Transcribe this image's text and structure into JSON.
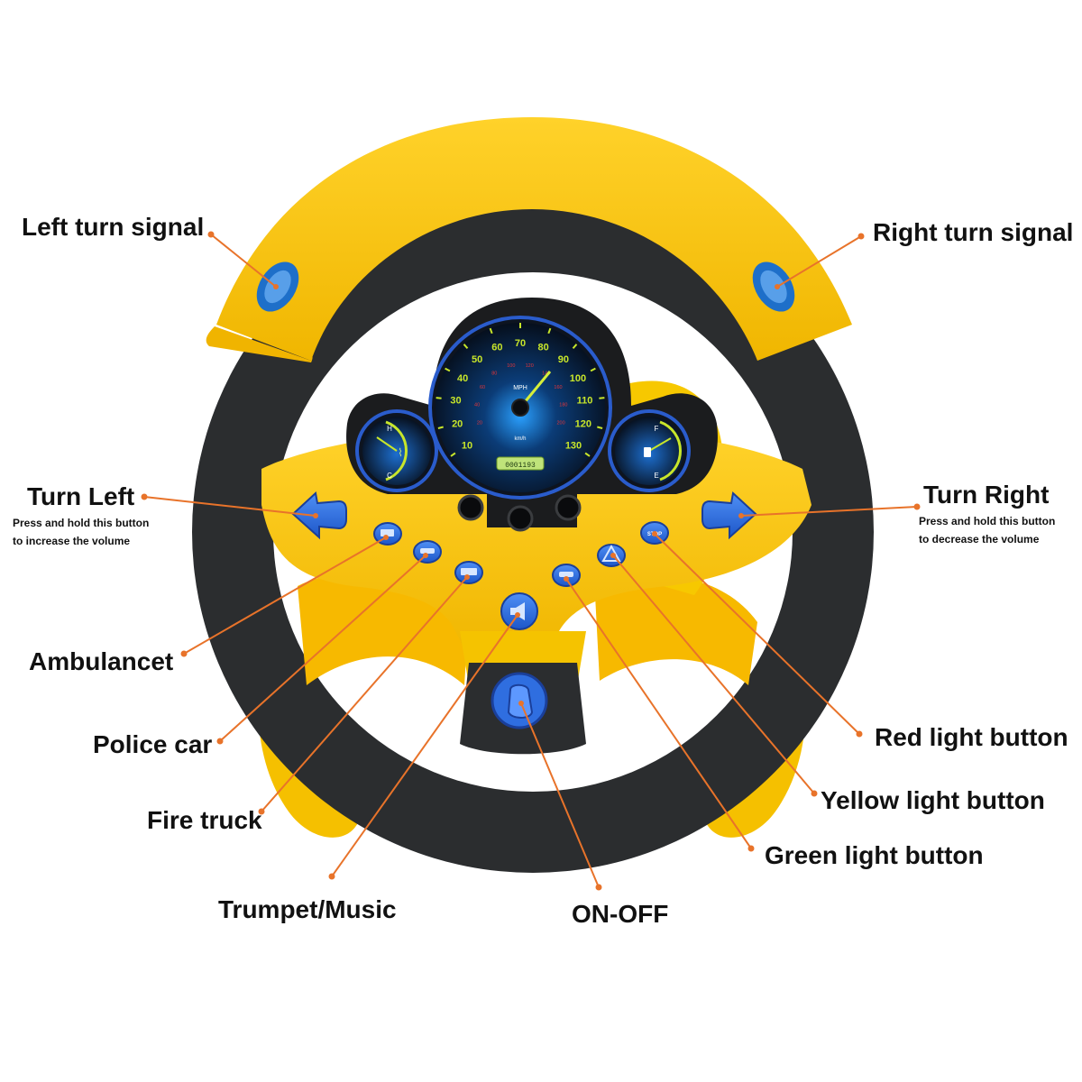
{
  "labels": {
    "left_turn_signal": "Left turn signal",
    "right_turn_signal": "Right turn signal",
    "turn_left": "Turn Left",
    "turn_left_note_1": "Press and hold this button",
    "turn_left_note_2": "to increase the volume",
    "turn_right": "Turn Right",
    "turn_right_note_1": "Press and hold this button",
    "turn_right_note_2": "to  decrease the volume",
    "ambulance": "Ambulancet",
    "police_car": "Police car",
    "fire_truck": "Fire truck",
    "trumpet_music": "Trumpet/Music",
    "on_off": "ON-OFF",
    "red_light": "Red light button",
    "yellow_light": "Yellow light button",
    "green_light": "Green light button"
  },
  "dashboard": {
    "speed_ticks": [
      "10",
      "20",
      "30",
      "40",
      "50",
      "60",
      "70",
      "80",
      "90",
      "100",
      "110",
      "120",
      "130"
    ],
    "kmh_ticks": [
      "20",
      "40",
      "60",
      "80",
      "100",
      "120",
      "140",
      "160",
      "180",
      "200"
    ],
    "unit_mph": "MPH",
    "unit_kmh": "km/h",
    "odometer": "0001193",
    "temp_hot": "H",
    "temp_cold": "C",
    "fuel_full": "F",
    "fuel_empty": "E",
    "stop_label": "STOP"
  },
  "colors": {
    "wheel_yellow": "#f5c400",
    "wheel_black": "#2b2d2f",
    "button_blue": "#2f6ee0",
    "callout_orange": "#e8732a",
    "gauge_green": "#c8e62a"
  }
}
